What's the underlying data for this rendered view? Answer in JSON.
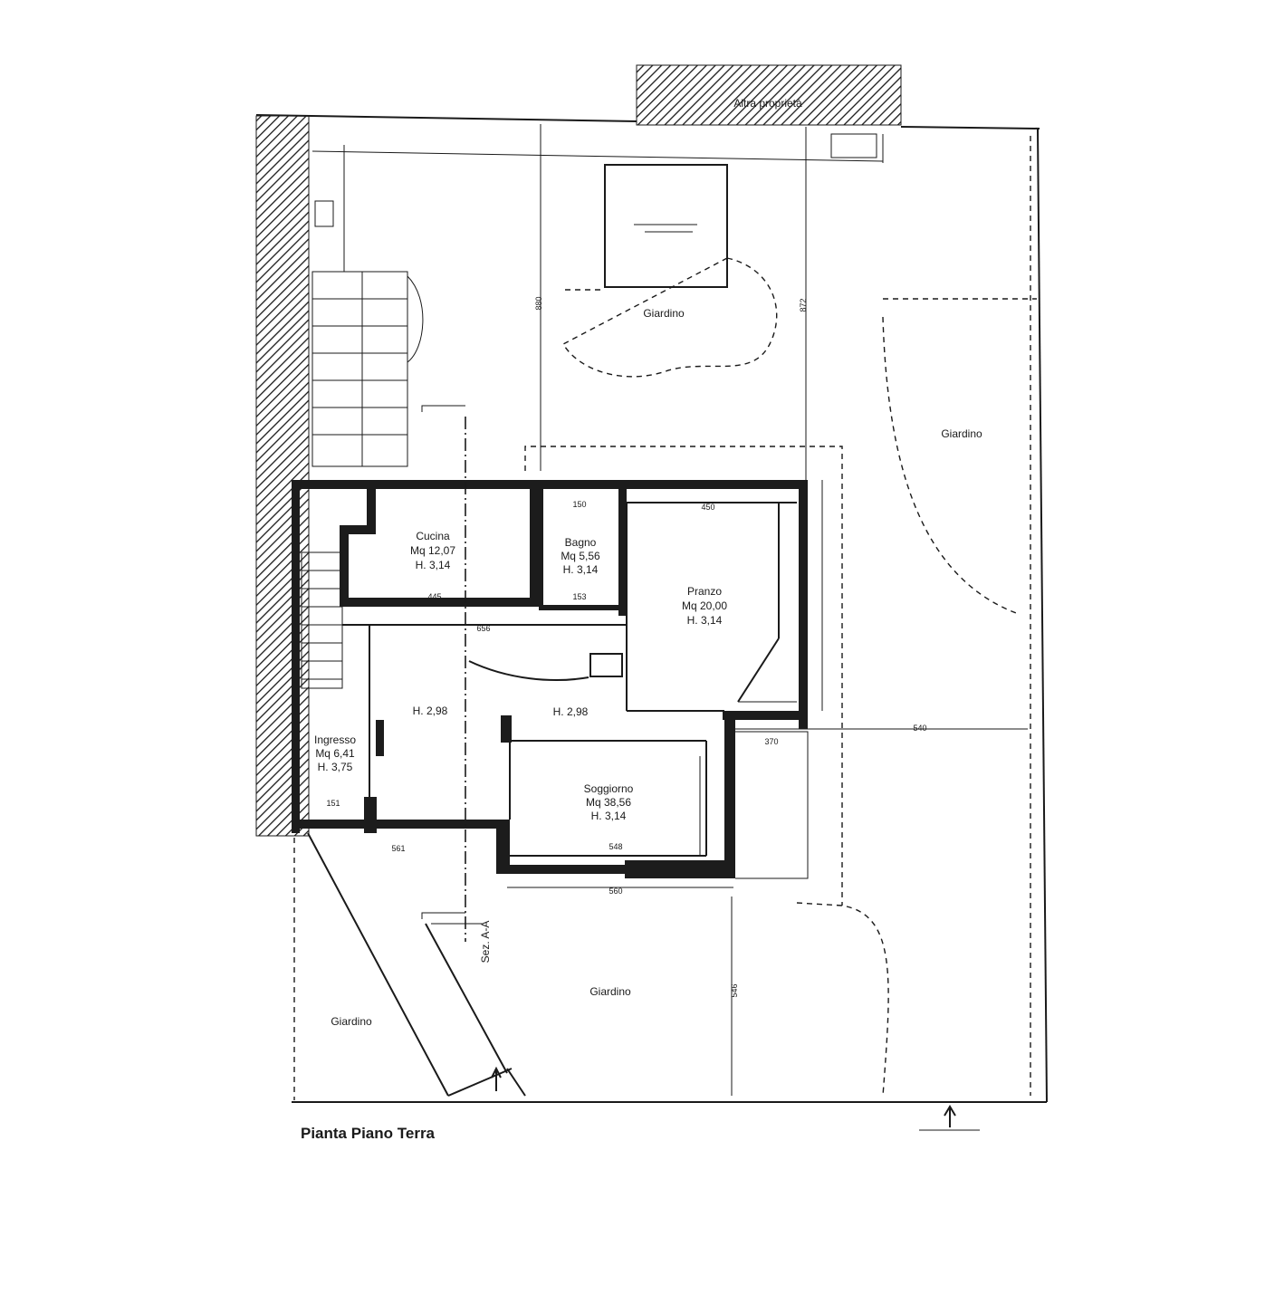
{
  "title": "Pianta Piano Terra",
  "adjacent_property": "Altra proprietà",
  "section_label": "Sez. A-A",
  "rooms": {
    "cucina": {
      "name": "Cucina",
      "area": "Mq 12,07",
      "height": "H. 3,14"
    },
    "bagno": {
      "name": "Bagno",
      "area": "Mq 5,56",
      "height": "H. 3,14"
    },
    "pranzo": {
      "name": "Pranzo",
      "area": "Mq 20,00",
      "height": "H. 3,14"
    },
    "ingresso": {
      "name": "Ingresso",
      "area": "Mq 6,41",
      "height": "H. 3,75"
    },
    "soggiorno": {
      "name": "Soggiorno",
      "area": "Mq 38,56",
      "height": "H. 3,14"
    },
    "hall_left_height": "H. 2,98",
    "hall_right_height": "H. 2,98"
  },
  "gardens": {
    "north": "Giardino",
    "east": "Giardino",
    "south": "Giardino",
    "southwest": "Giardino"
  },
  "dimensions": {
    "cucina_width": "445",
    "bagno_width": "150",
    "pranzo_width": "450",
    "cucina_bottom": "445",
    "bagno_bottom": "153",
    "hall_width": "656",
    "soggiorno_width": "548",
    "south_width": "560",
    "east_span": "540",
    "ingresso_bottom": "151",
    "lower_left": "561",
    "corner_small": "370",
    "north_vertical": "880",
    "south_vertical": "546",
    "top_vertical": "872"
  }
}
